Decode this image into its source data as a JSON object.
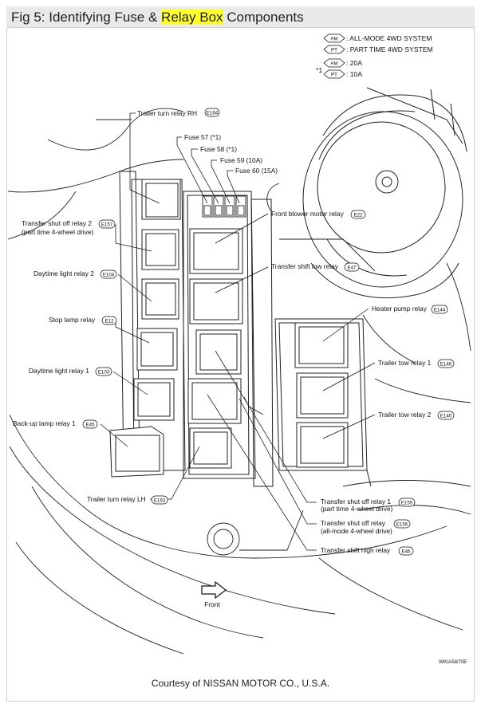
{
  "header": {
    "title_part1": "Fig 5: Identifying Fuse & ",
    "title_highlight": "Relay Box",
    "title_part2": " Components"
  },
  "legend": {
    "am_badge": "AM",
    "am_text": ": ALL-MODE 4WD SYSTEM",
    "pt_badge": "PT",
    "pt_text": ": PART TIME 4WD SYSTEM",
    "note_marker": "*1",
    "note_am_text": ": 20A",
    "note_pt_text": ": 10A"
  },
  "labels": {
    "trailer_turn_rh": "Trailer turn relay RH",
    "trailer_turn_rh_code": "E164",
    "fuse57": "Fuse 57 (*1)",
    "fuse58": "Fuse 58 (*1)",
    "fuse59": "Fuse 59 (10A)",
    "fuse60": "Fuse 60 (15A)",
    "front_blower": "Front blower motor relay",
    "front_blower_code": "E22",
    "transfer_shutoff2_l1": "Transfer shut off relay 2",
    "transfer_shutoff2_code": "E157",
    "transfer_shutoff2_l2": "(part time 4-wheel drive)",
    "transfer_shift_low": "Transfer shift low relay",
    "transfer_shift_low_code": "E47",
    "daytime2": "Daytime light relay 2",
    "daytime2_code": "E104",
    "heater_pump": "Heater pump relay",
    "heater_pump_code": "E144",
    "stop_lamp": "Stop lamp relay",
    "stop_lamp_code": "E12",
    "trailer_tow1": "Trailer tow relay 1",
    "trailer_tow1_code": "E148",
    "daytime1": "Daytime light relay 1",
    "daytime1_code": "E103",
    "trailer_tow2": "Trailer tow relay 2",
    "trailer_tow2_code": "E140",
    "backup_lamp": "Back-up lamp relay 1",
    "backup_lamp_code": "E45",
    "trailer_turn_lh": "Trailer turn relay LH",
    "trailer_turn_lh_code": "E163",
    "transfer_shutoff1_l1": "Transfer shut off relay 1",
    "transfer_shutoff1_code": "E155",
    "transfer_shutoff1_l2": "(part time 4-wheel drive)",
    "transfer_shutoff_am_l1": "Transfer shut off relay",
    "transfer_shutoff_am_code": "E156",
    "transfer_shutoff_am_l2": "(all-mode 4-wheel drive)",
    "transfer_shift_high": "Transfer shift high relay",
    "transfer_shift_high_code": "E46",
    "front": "Front",
    "ref_code": "WKIA5870E"
  },
  "footer": {
    "credit": "Courtesy of NISSAN MOTOR CO., U.S.A."
  },
  "colors": {
    "highlight": "#ffff2a",
    "title_bar": "#e9e9e9"
  }
}
